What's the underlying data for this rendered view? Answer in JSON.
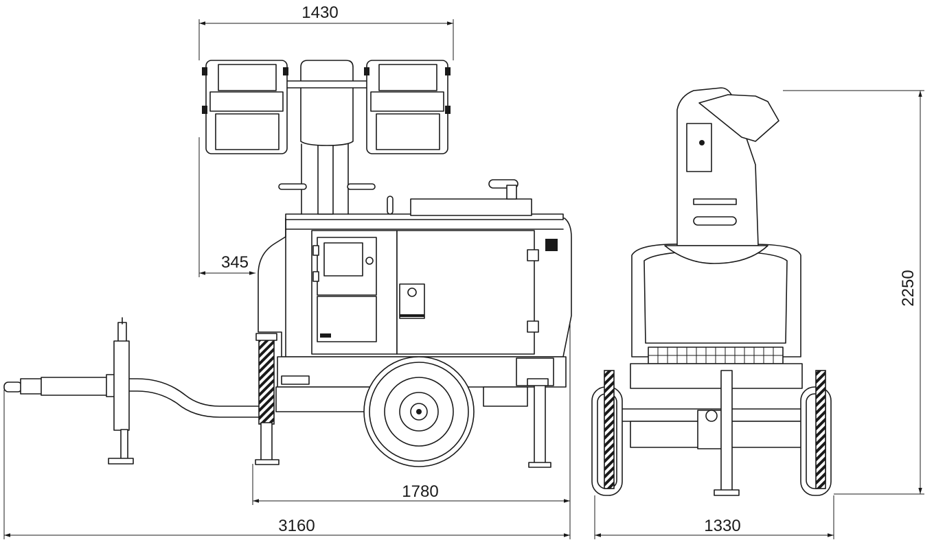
{
  "dimensions": {
    "lamp_span": "1430",
    "mast_offset": "345",
    "wheelbase": "1780",
    "overall_length": "3160",
    "overall_width": "1330",
    "overall_height": "2250"
  }
}
